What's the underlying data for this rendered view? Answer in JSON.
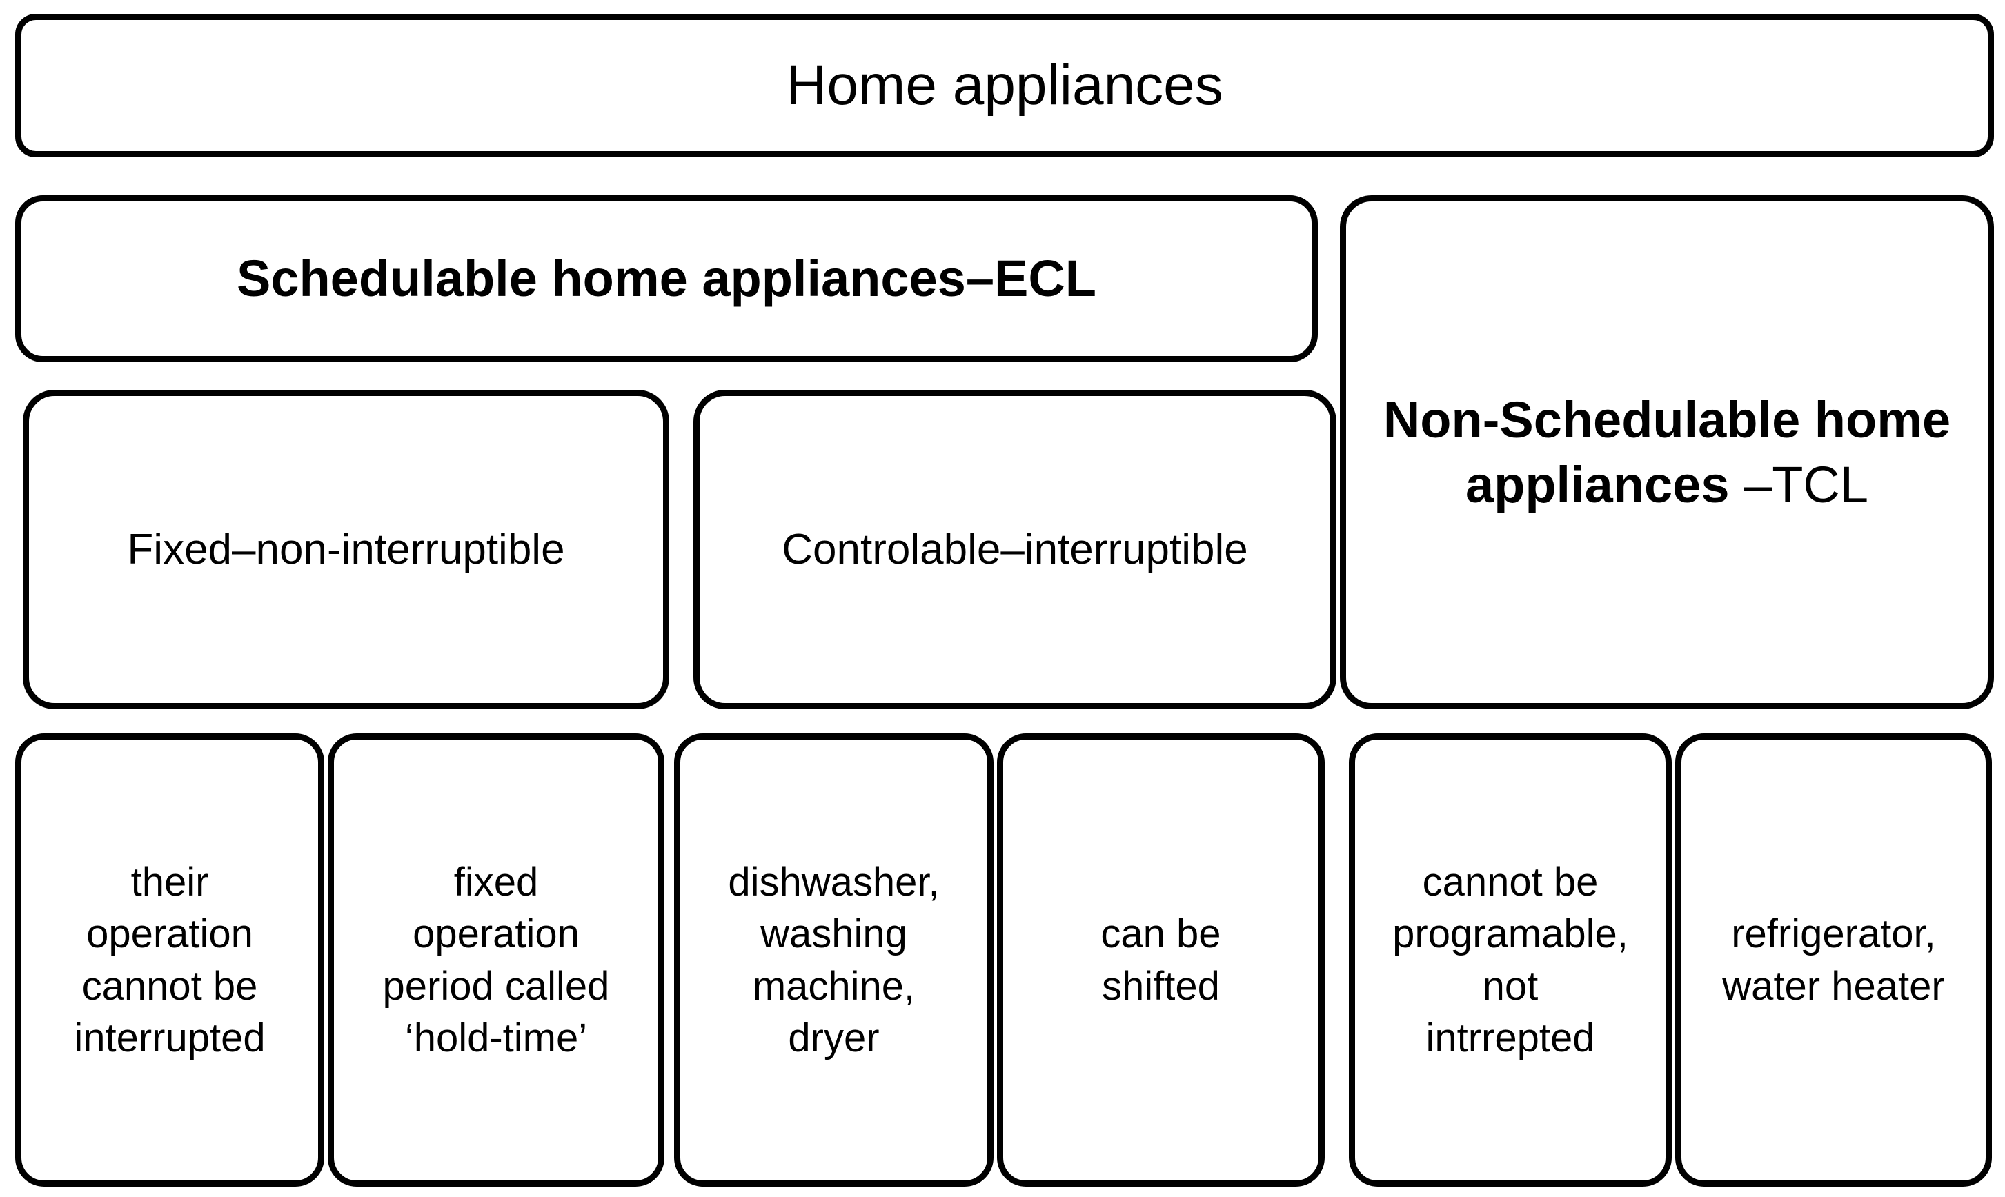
{
  "diagram": {
    "title": "Home appliances classification",
    "background_color": "#ffffff",
    "line_color": "#000000",
    "root": {
      "label": "Home appliances"
    },
    "categories": [
      {
        "id": "ecl",
        "label": "Schedulable home appliances–ECL",
        "bold": true
      },
      {
        "id": "tcl",
        "label_bold": "Non-Schedulable home appliances",
        "label_light": "–TCL",
        "label": "Non-Schedulable home appliances –TCL"
      }
    ],
    "subtypes": [
      {
        "id": "fixed",
        "label": "Fixed–non-interruptible"
      },
      {
        "id": "controllable",
        "label": "Controlable–interruptible"
      }
    ],
    "leaves": [
      {
        "id": "leaf-0",
        "parent": "fixed",
        "label": "their\noperation\ncannot be\ninterrupted"
      },
      {
        "id": "leaf-1",
        "parent": "fixed",
        "label": "fixed\noperation\nperiod called\n‘hold-time’"
      },
      {
        "id": "leaf-2",
        "parent": "controllable",
        "label": "dishwasher,\nwashing\nmachine,\ndryer"
      },
      {
        "id": "leaf-3",
        "parent": "controllable",
        "label": "can be\nshifted"
      },
      {
        "id": "leaf-4",
        "parent": "tcl",
        "label": "cannot  be\nprogramable,\nnot\nintrrepted"
      },
      {
        "id": "leaf-5",
        "parent": "tcl",
        "label": "refrigerator,\nwater heater"
      }
    ]
  }
}
